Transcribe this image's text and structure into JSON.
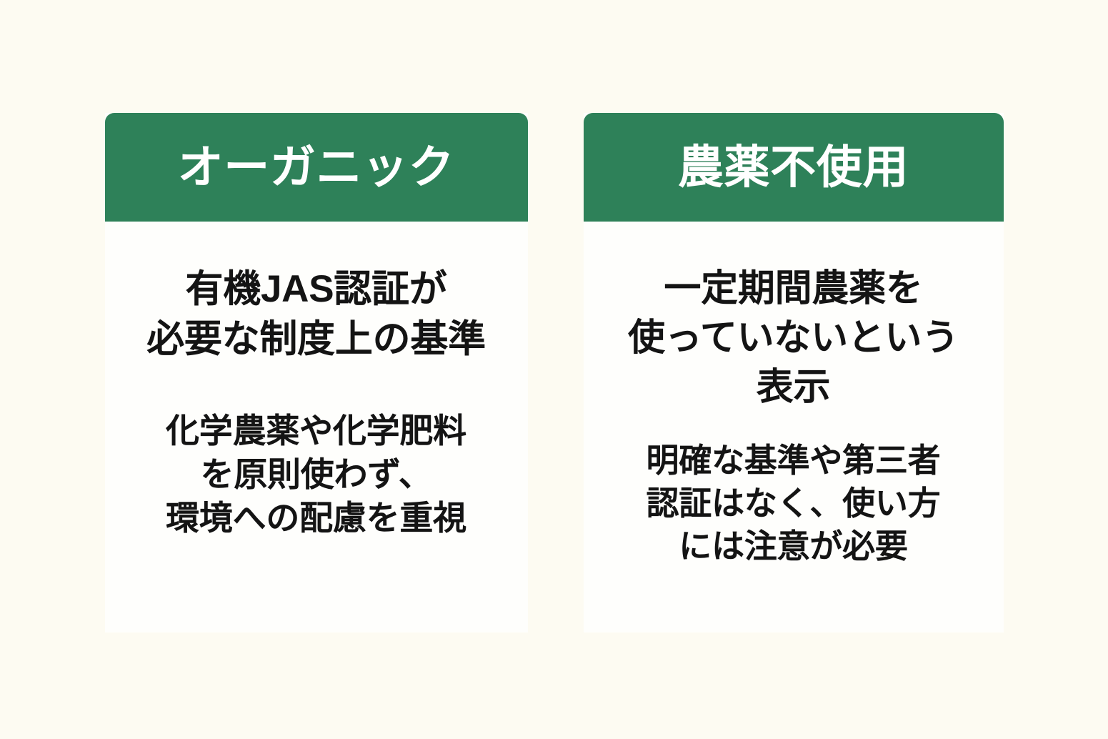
{
  "page": {
    "background_color": "#FDFBF2",
    "accent_color": "#2E8159",
    "text_color": "#141414",
    "card_background": "#FEFEFC"
  },
  "cards": [
    {
      "id": "organic",
      "header_title": "オーガニック",
      "summary_lines": [
        "有機JAS認証が",
        "必要な制度上の基準"
      ],
      "detail_lines": [
        "化学農薬や化学肥料",
        "を原則使わず、",
        "環境への配慮を重視"
      ]
    },
    {
      "id": "pesticide-free",
      "header_title": "農薬不使用",
      "summary_lines": [
        "一定期間農薬を",
        "使っていないという",
        "表示"
      ],
      "detail_lines": [
        "明確な基準や第三者",
        "認証はなく、使い方",
        "には注意が必要"
      ]
    }
  ]
}
